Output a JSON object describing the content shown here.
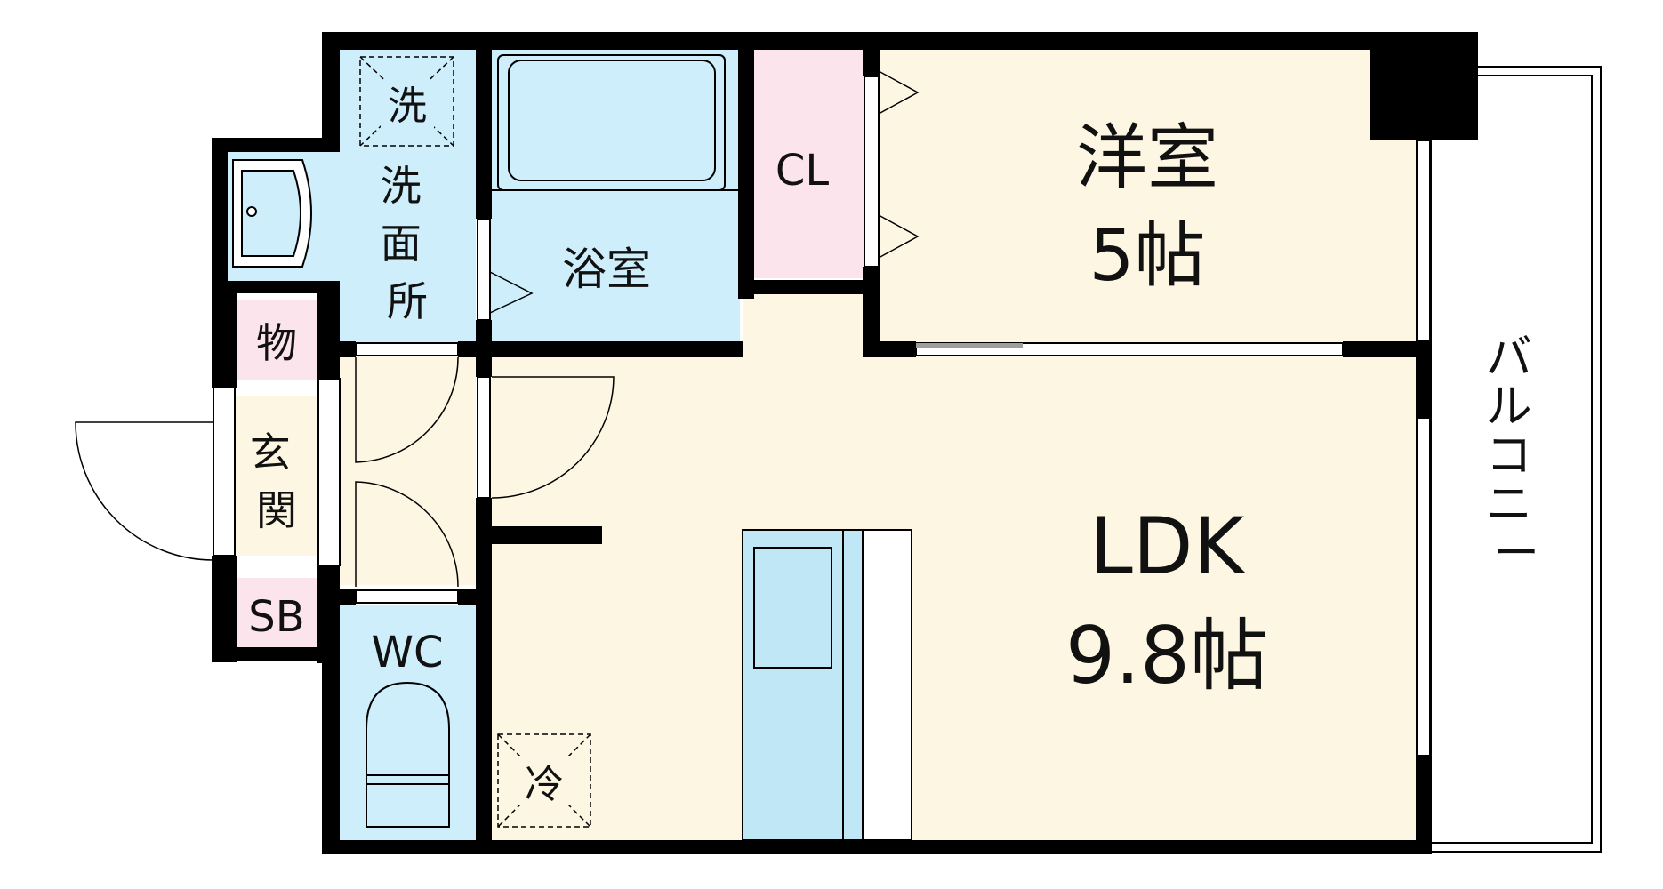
{
  "rooms": {
    "washer_mark": "洗",
    "washroom": "洗\n面\n所",
    "bathroom": "浴室",
    "closet": "CL",
    "western_room": {
      "name": "洋室",
      "size": "5帖"
    },
    "storage": "物",
    "entrance": "玄\n関",
    "shoe_box": "SB",
    "toilet": "WC",
    "ldk": {
      "name": "LDK",
      "size": "9.8帖"
    },
    "fridge_mark": "冷",
    "balcony": "バルコニー"
  },
  "colors": {
    "wall": "#000000",
    "wet_area": "#cdeefa",
    "living_floor": "#fdf6e3",
    "storage_pink": "#fce4ec",
    "entrance_floor": "#fdf6e3",
    "kitchen_counter": "#bfe7f5"
  }
}
